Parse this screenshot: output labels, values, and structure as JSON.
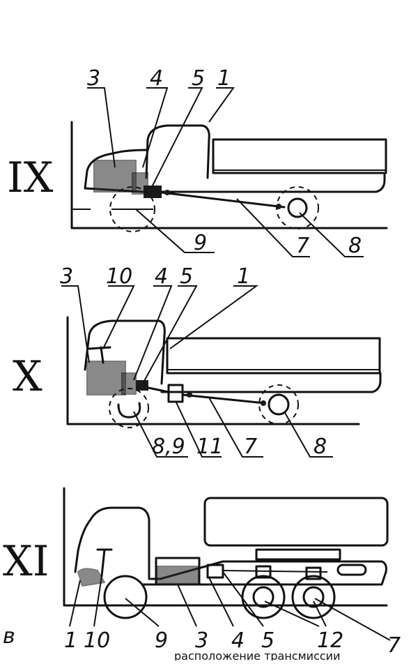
{
  "diagrams": [
    {
      "numeral": "IX",
      "callouts": [
        "3",
        "4",
        "5",
        "1",
        "9",
        "7",
        "8"
      ]
    },
    {
      "numeral": "X",
      "callouts": [
        "3",
        "10",
        "4",
        "5",
        "1",
        "8,9",
        "11",
        "7",
        "8"
      ]
    },
    {
      "numeral": "XI",
      "callouts": [
        "1",
        "10",
        "9",
        "3",
        "4",
        "5",
        "12",
        "7"
      ]
    }
  ],
  "panel_letter": "в",
  "caption_fragment": "расположение трансмиссии"
}
